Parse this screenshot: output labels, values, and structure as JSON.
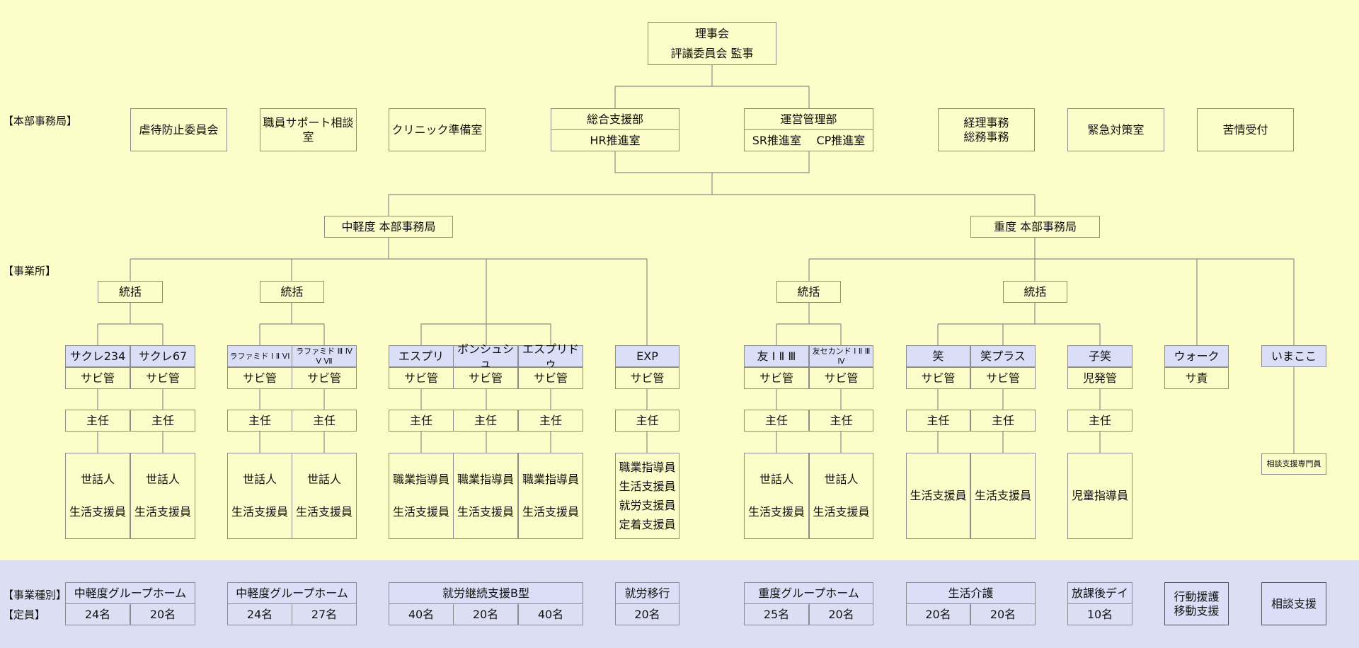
{
  "board": {
    "line1": "理事会",
    "line2": "評議委員会 監事"
  },
  "labels": {
    "honbu": "【本部事務局】",
    "jigyosho": "【事業所】",
    "shubetsu": "【事業種別】",
    "teiin": "【定員】"
  },
  "top_row": {
    "gyakutai": "虐待防止委員会",
    "staff_support": "職員サポート相談室",
    "clinic": "クリニック準備室",
    "sogo": "総合支援部",
    "hr": "HR推進室",
    "unei": "運営管理部",
    "sr": "SR推進室",
    "cp": "CP推進室",
    "keiri": "経理事務",
    "somu": "総務事務",
    "kinkyu": "緊急対策室",
    "kujo": "苦情受付"
  },
  "divisions": {
    "chukei": "中軽度 本部事務局",
    "judo": "重度 本部事務局"
  },
  "tokatsu": "統括",
  "facilities": {
    "sakure234": "サクレ234",
    "sakure67": "サクレ67",
    "lafamide1": "ラファミド I Ⅱ VI",
    "lafamide2": "ラファミド Ⅲ Ⅳ Ⅴ Ⅶ",
    "espri": "エスプリ",
    "bonshushu": "ボンシュシュ",
    "espridu": "エスプリドゥ",
    "exp": "EXP",
    "tomo": "友 I Ⅱ Ⅲ",
    "tomo2": "友セカンド I Ⅱ Ⅲ Ⅳ",
    "emi": "笑",
    "emiplus": "笑プラス",
    "koemi": "子笑",
    "walk": "ウォーク",
    "imakoko": "いまここ"
  },
  "roles": {
    "sabikan": "サビ管",
    "jihatsukan": "児発管",
    "saseki": "サ責",
    "shunin": "主任",
    "sewanin": "世話人",
    "seikatsu": "生活支援員",
    "shokugyo": "職業指導員",
    "shuro": "就労支援員",
    "teichaku": "定着支援員",
    "jido": "児童指導員",
    "sodan_senmon": "相談支援専門員"
  },
  "service_types": {
    "gh_chukei": "中軽度グループホーム",
    "shuro_b": "就労継続支援B型",
    "shuro_iko": "就労移行",
    "gh_judo": "重度グループホーム",
    "seikatsu_kaigo": "生活介護",
    "hokago": "放課後デイ",
    "kodo": "行動援護",
    "ido": "移動支援",
    "sodan": "相談支援"
  },
  "capacity": {
    "sakure234": "24名",
    "sakure67": "20名",
    "lafamide1": "24名",
    "lafamide2": "27名",
    "espri": "40名",
    "bonshushu": "20名",
    "espridu": "40名",
    "exp": "20名",
    "tomo": "25名",
    "tomo2": "20名",
    "emi": "20名",
    "emiplus": "20名",
    "koemi": "10名"
  }
}
